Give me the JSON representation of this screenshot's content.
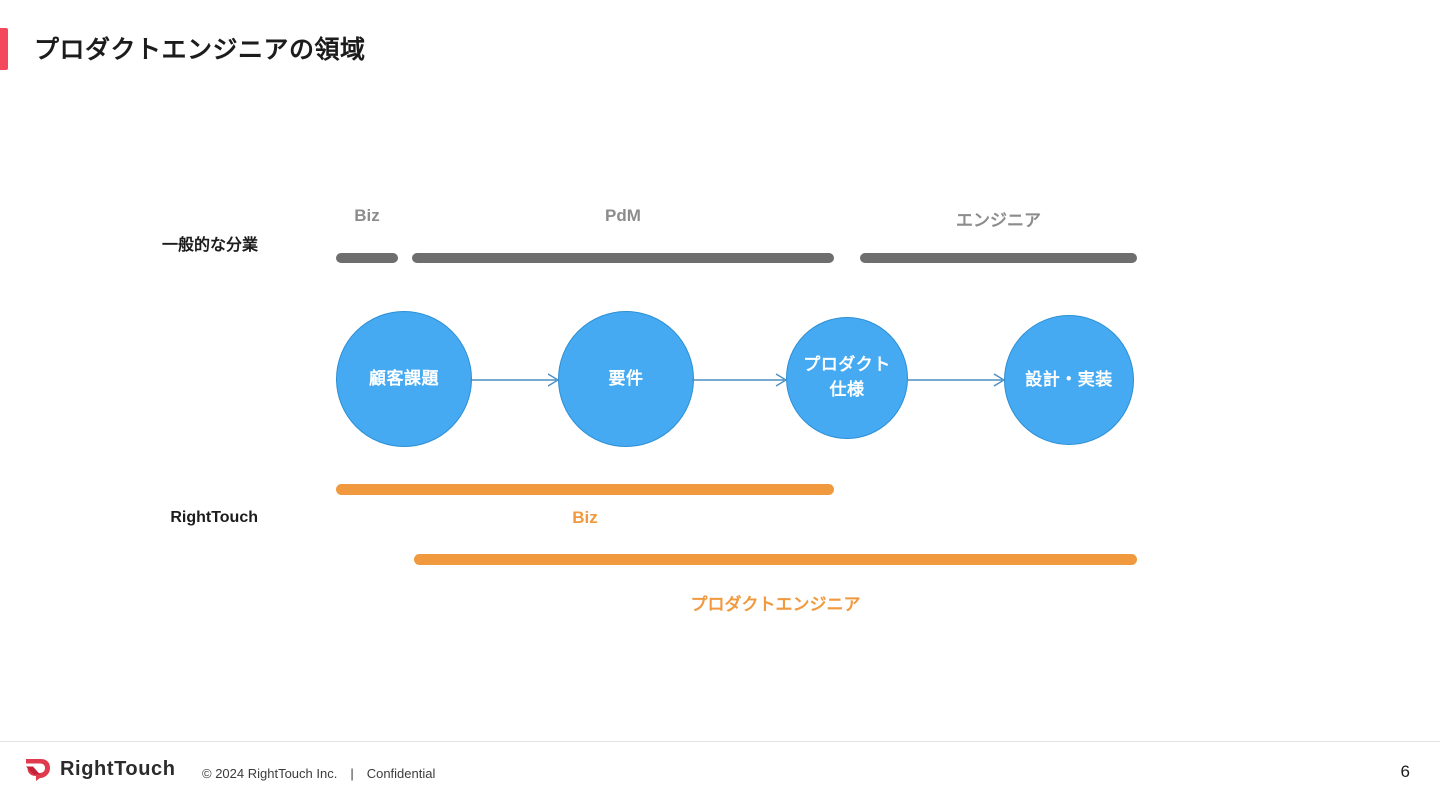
{
  "slide": {
    "title": "プロダクトエンジニアの領域",
    "page_number": "6",
    "accent_color": "#f4495d",
    "circle_color": "#45aaf2",
    "gray_color": "#6e6e6e",
    "orange_color": "#f0993e"
  },
  "rows": {
    "general_label": "一般的な分業",
    "righttouch_label": "RightTouch"
  },
  "general_segments": [
    {
      "label": "Biz",
      "bar_color": "#6e6e6e"
    },
    {
      "label": "PdM",
      "bar_color": "#6e6e6e"
    },
    {
      "label": "エンジニア",
      "bar_color": "#6e6e6e"
    }
  ],
  "flow": {
    "nodes": [
      {
        "label": "顧客課題",
        "lines": [
          "顧客課題"
        ]
      },
      {
        "label": "要件",
        "lines": [
          "要件"
        ]
      },
      {
        "label": "プロダクト仕様",
        "lines": [
          "プロダクト",
          "仕様"
        ]
      },
      {
        "label": "設計・実装",
        "lines": [
          "設計・実装"
        ]
      }
    ],
    "arrow_count": 3
  },
  "righttouch_segments": [
    {
      "label": "Biz",
      "bar_color": "#f0993e"
    },
    {
      "label": "プロダクトエンジニア",
      "bar_color": "#f0993e"
    }
  ],
  "footer": {
    "wordmark": "RightTouch",
    "copyright": "© 2024 RightTouch Inc.　|　Confidential"
  }
}
